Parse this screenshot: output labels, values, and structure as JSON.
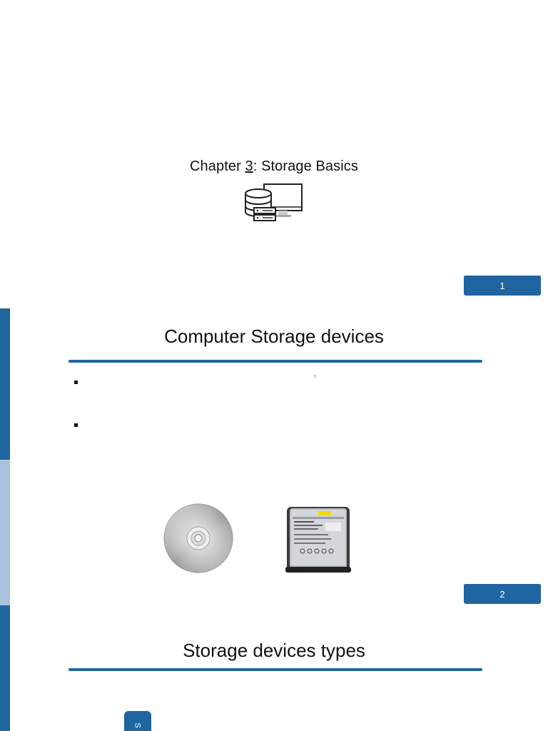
{
  "slide1": {
    "title_prefix": "Chapter ",
    "title_number": "3",
    "title_suffix": ": Storage Basics",
    "page_number": "1",
    "logo_icon": "storage-computer-icon"
  },
  "slide2": {
    "title": "Computer Storage devices",
    "bullet_mark": "ˀ",
    "page_number": "2",
    "images": [
      "cd-disc-image",
      "hard-drive-image"
    ]
  },
  "slide3": {
    "title": "Storage devices types",
    "tab_label": "S"
  },
  "colors": {
    "accent": "#1f65a0",
    "accent_light": "#a9c2de"
  }
}
